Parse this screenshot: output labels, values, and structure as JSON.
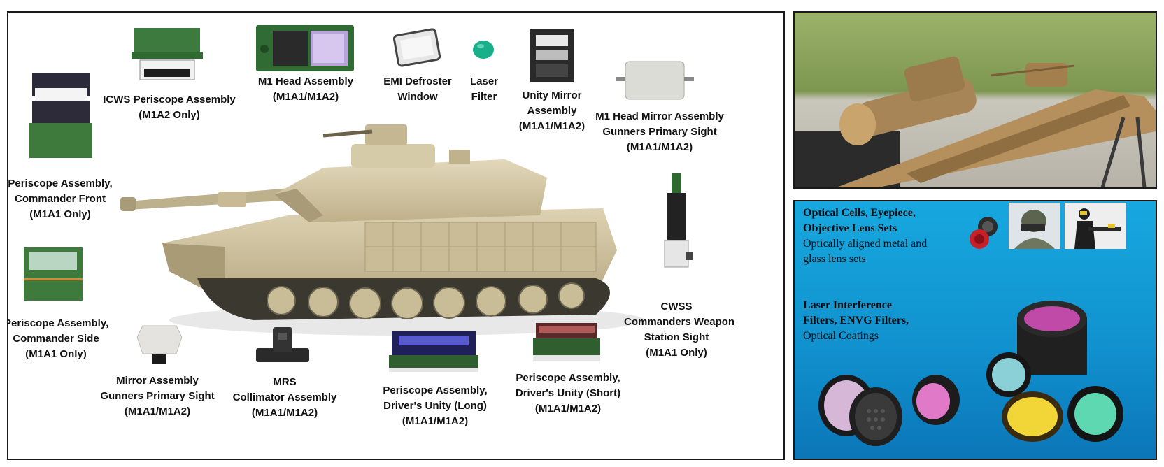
{
  "labels": {
    "icws": [
      "ICWS Periscope Assembly",
      "(M1A2 Only)"
    ],
    "m1_head": [
      "M1 Head Assembly",
      "(M1A1/M1A2)"
    ],
    "emi": [
      "EMI Defroster",
      "Window"
    ],
    "laser_filter": [
      "Laser",
      "Filter"
    ],
    "unity_mirror": [
      "Unity Mirror",
      "Assembly",
      "(M1A1/M1A2)"
    ],
    "head_mirror": [
      "M1 Head Mirror Assembly",
      "Gunners Primary Sight",
      "(M1A1/M1A2)"
    ],
    "cmdr_front": [
      "Periscope Assembly,",
      "Commander Front",
      "(M1A1 Only)"
    ],
    "cmdr_side": [
      "Periscope Assembly,",
      "Commander Side",
      "(M1A1 Only)"
    ],
    "cwss": [
      "CWSS",
      "Commanders Weapon",
      "Station Sight",
      "(M1A1 Only)"
    ],
    "mirror_gps": [
      "Mirror Assembly",
      "Gunners Primary Sight",
      "(M1A1/M1A2)"
    ],
    "mrs": [
      "MRS",
      "Collimator Assembly",
      "(M1A1/M1A2)"
    ],
    "driver_long": [
      "Periscope Assembly,",
      "Driver's Unity (Long)",
      "(M1A1/M1A2)"
    ],
    "driver_short": [
      "Periscope Assembly,",
      "Driver's Unity (Short)",
      "(M1A1/M1A2)"
    ]
  },
  "optics": {
    "cells_title_1": "Optical Cells, Eyepiece,",
    "cells_title_2": "Objective Lens Sets",
    "cells_desc_1": "Optically aligned metal and",
    "cells_desc_2": "glass lens sets",
    "laser_title_1": "Laser Interference",
    "laser_title_2": "Filters, ENVG Filters,",
    "laser_desc": "Optical Coatings"
  },
  "colors": {
    "tank_tan": "#cdbf99",
    "panel_blue": "#1192cf",
    "laser_green": "#17b08a",
    "rifle_tan": "#b58f5c"
  }
}
